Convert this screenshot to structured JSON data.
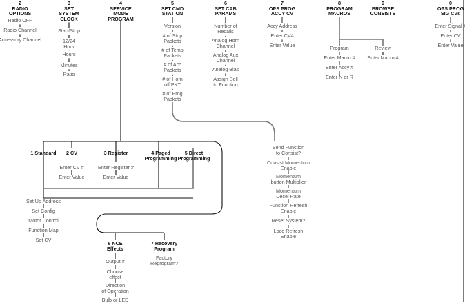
{
  "menus": [
    {
      "id": "2",
      "title": [
        "2",
        "RADIO",
        "OPTIONS"
      ],
      "items": [
        [
          "Radio OFF"
        ],
        [
          "Radio Channel"
        ],
        [
          "Accessory Channel"
        ]
      ]
    },
    {
      "id": "3",
      "title": [
        "3",
        "SET",
        "SYSTEM",
        "CLOCK"
      ],
      "items": [
        [
          "Start/Stop"
        ],
        [
          "12/24",
          "Hour"
        ],
        [
          "Hours"
        ],
        [
          "Minutes"
        ],
        [
          "Ratio"
        ]
      ]
    },
    {
      "id": "4",
      "title": [
        "4",
        "SERVICE",
        "MODE",
        "PROGRAM"
      ],
      "items": []
    },
    {
      "id": "5",
      "title": [
        "5",
        "SET CMD",
        "STATION"
      ],
      "items": [
        [
          "Version"
        ],
        [
          "# of Stop",
          "Packets"
        ],
        [
          "# of Temp",
          "Packets"
        ],
        [
          "# of Acc",
          "Packets"
        ],
        [
          "# of Horn",
          "off PKT"
        ],
        [
          "# of Prog",
          "Packets"
        ]
      ]
    },
    {
      "id": "6",
      "title": [
        "6",
        "SET CAB",
        "PARAMS"
      ],
      "items": [
        [
          "Number of",
          "Recalls"
        ],
        [
          "Analog Horn",
          "Channel"
        ],
        [
          "Analog Aux",
          "Channel"
        ],
        [
          "Analog Bias"
        ],
        [
          "Assign Bell",
          "to Function"
        ]
      ]
    },
    {
      "id": "7",
      "title": [
        "7",
        "OPS PROG",
        "ACCY CV"
      ],
      "items": [
        [
          "Accy Address"
        ],
        [
          "Enter CV#"
        ],
        [
          "Enter Value"
        ]
      ]
    },
    {
      "id": "8",
      "title": [
        "8",
        "PROGRAM",
        "MACROS"
      ],
      "items": []
    },
    {
      "id": "9",
      "title": [
        "9",
        "BROWSE",
        "CONSISTS"
      ],
      "items": []
    },
    {
      "id": "0",
      "title": [
        "0",
        "OPS PROG",
        "SIG CVs"
      ],
      "items": [
        [
          "Enter Signal #"
        ],
        [
          "Enter CV"
        ],
        [
          "Enter Value"
        ]
      ]
    }
  ],
  "macros": {
    "program": {
      "label": "Program",
      "items": [
        [
          "Enter Macro #"
        ],
        [
          "Enter Accy #"
        ],
        [
          "Enter N or R"
        ]
      ]
    },
    "review": {
      "label": "Review",
      "items": [
        [
          "Enter Macro #"
        ]
      ]
    }
  },
  "station_continued": [
    [
      "Send Function",
      "to Consist?"
    ],
    [
      "Consist Momentum",
      "Enable"
    ],
    [
      "Momentum",
      "button Multiplier"
    ],
    [
      "Momentum",
      "Decel Rate"
    ],
    [
      "Function Refresh",
      "Enable"
    ],
    [
      "Reset System?"
    ],
    [
      "Loco Refresh",
      "Enable"
    ]
  ],
  "service_modes": [
    {
      "title": [
        "1 Standard"
      ],
      "items": []
    },
    {
      "title": [
        "2 CV"
      ],
      "items": [
        [
          "Enter CV #"
        ],
        [
          "Enter Value"
        ]
      ]
    },
    {
      "title": [
        "3 Register"
      ],
      "items": [
        [
          "Enter Register #"
        ],
        [
          "Enter Value"
        ]
      ]
    },
    {
      "title": [
        "4 Paged",
        "Programming"
      ],
      "items": []
    },
    {
      "title": [
        "5 Direct",
        "Programming"
      ],
      "items": []
    },
    {
      "title": [
        "6 NCE",
        "Effects"
      ],
      "items": [
        [
          "Output #"
        ],
        [
          "Choose",
          "effect"
        ],
        [
          "Direction",
          "of Operation"
        ],
        [
          "Bulb or LED"
        ]
      ]
    },
    {
      "title": [
        "7 Recovery",
        "Program"
      ],
      "items": [
        [
          "Factory",
          "Reprogram?"
        ]
      ]
    }
  ],
  "standard_steps": [
    [
      "Set Up Address"
    ],
    [
      "Set Config"
    ],
    [
      "Motor Control"
    ],
    [
      "Function Map"
    ],
    [
      "Set CV"
    ]
  ],
  "colors": {
    "line": "#111111",
    "line_gray": "#777777",
    "text": "#555555",
    "title": "#111111"
  }
}
